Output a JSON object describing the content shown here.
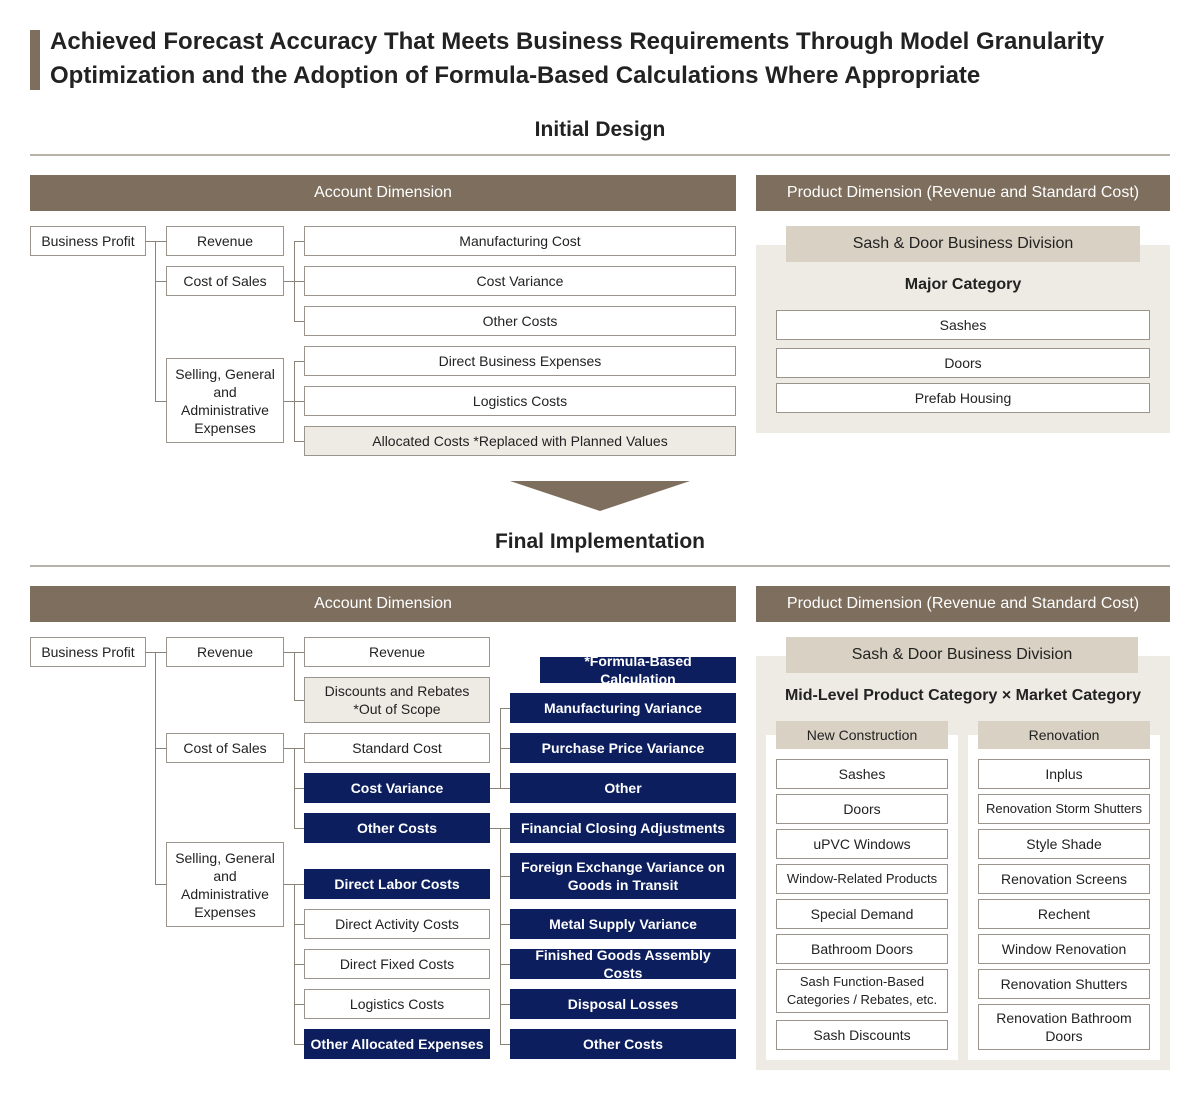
{
  "title": {
    "line1": "Achieved Forecast Accuracy That Meets Business Requirements Through Model Granularity",
    "line2": "Optimization and the Adoption of Formula-Based Calculations Where Appropriate"
  },
  "colors": {
    "accent": "#7d6e5d",
    "navy": "#0d1e5e",
    "beige": "#eeebe5",
    "tab": "#d9d1c3"
  },
  "initial": {
    "title": "Initial Design",
    "account_header": "Account Dimension",
    "product_header": "Product Dimension (Revenue and Standard Cost)",
    "business_profit": "Business Profit",
    "revenue": "Revenue",
    "cost_of_sales": "Cost of Sales",
    "sga": "Selling, General and Administrative Expenses",
    "manufacturing_cost": "Manufacturing Cost",
    "cost_variance": "Cost Variance",
    "other_costs": "Other Costs",
    "direct_business_expenses": "Direct Business Expenses",
    "logistics_costs": "Logistics Costs",
    "allocated_costs": "Allocated Costs *Replaced with Planned Values",
    "division": "Sash & Door Business Division",
    "major_category": "Major Category",
    "categories": [
      "Sashes",
      "Doors",
      "Prefab Housing"
    ]
  },
  "final": {
    "title": "Final Implementation",
    "account_header": "Account Dimension",
    "product_header": "Product Dimension (Revenue and Standard Cost)",
    "business_profit": "Business Profit",
    "revenue": "Revenue",
    "cost_of_sales": "Cost of Sales",
    "sga": "Selling, General and Administrative Expenses",
    "revenue_detail": "Revenue",
    "discounts": "Discounts and Rebates *Out of Scope",
    "standard_cost": "Standard Cost",
    "cost_variance": "Cost Variance",
    "other_costs": "Other Costs",
    "direct_labor": "Direct Labor Costs",
    "direct_activity": "Direct Activity Costs",
    "direct_fixed": "Direct Fixed Costs",
    "logistics": "Logistics Costs",
    "other_allocated": "Other Allocated Expenses",
    "formula_label": "*Formula-Based Calculation",
    "cost_variance_items": [
      "Manufacturing Variance",
      "Purchase Price Variance",
      "Other"
    ],
    "other_cost_items": [
      "Financial Closing Adjustments",
      "Foreign Exchange Variance on Goods in Transit",
      "Metal Supply Variance",
      "Finished Goods Assembly Costs",
      "Disposal Losses",
      "Other Costs"
    ],
    "division": "Sash & Door Business Division",
    "mid_level": "Mid-Level Product Category × Market Category",
    "new_construction": {
      "label": "New Construction",
      "items": [
        "Sashes",
        "Doors",
        "uPVC Windows",
        "Window-Related Products",
        "Special Demand",
        "Bathroom Doors",
        "Sash Function-Based Categories / Rebates, etc.",
        "Sash Discounts"
      ]
    },
    "renovation": {
      "label": "Renovation",
      "items": [
        "Inplus",
        "Renovation Storm Shutters",
        "Style Shade",
        "Renovation Screens",
        "Rechent",
        "Window Renovation",
        "Renovation Shutters",
        "Renovation Bathroom Doors"
      ]
    }
  }
}
